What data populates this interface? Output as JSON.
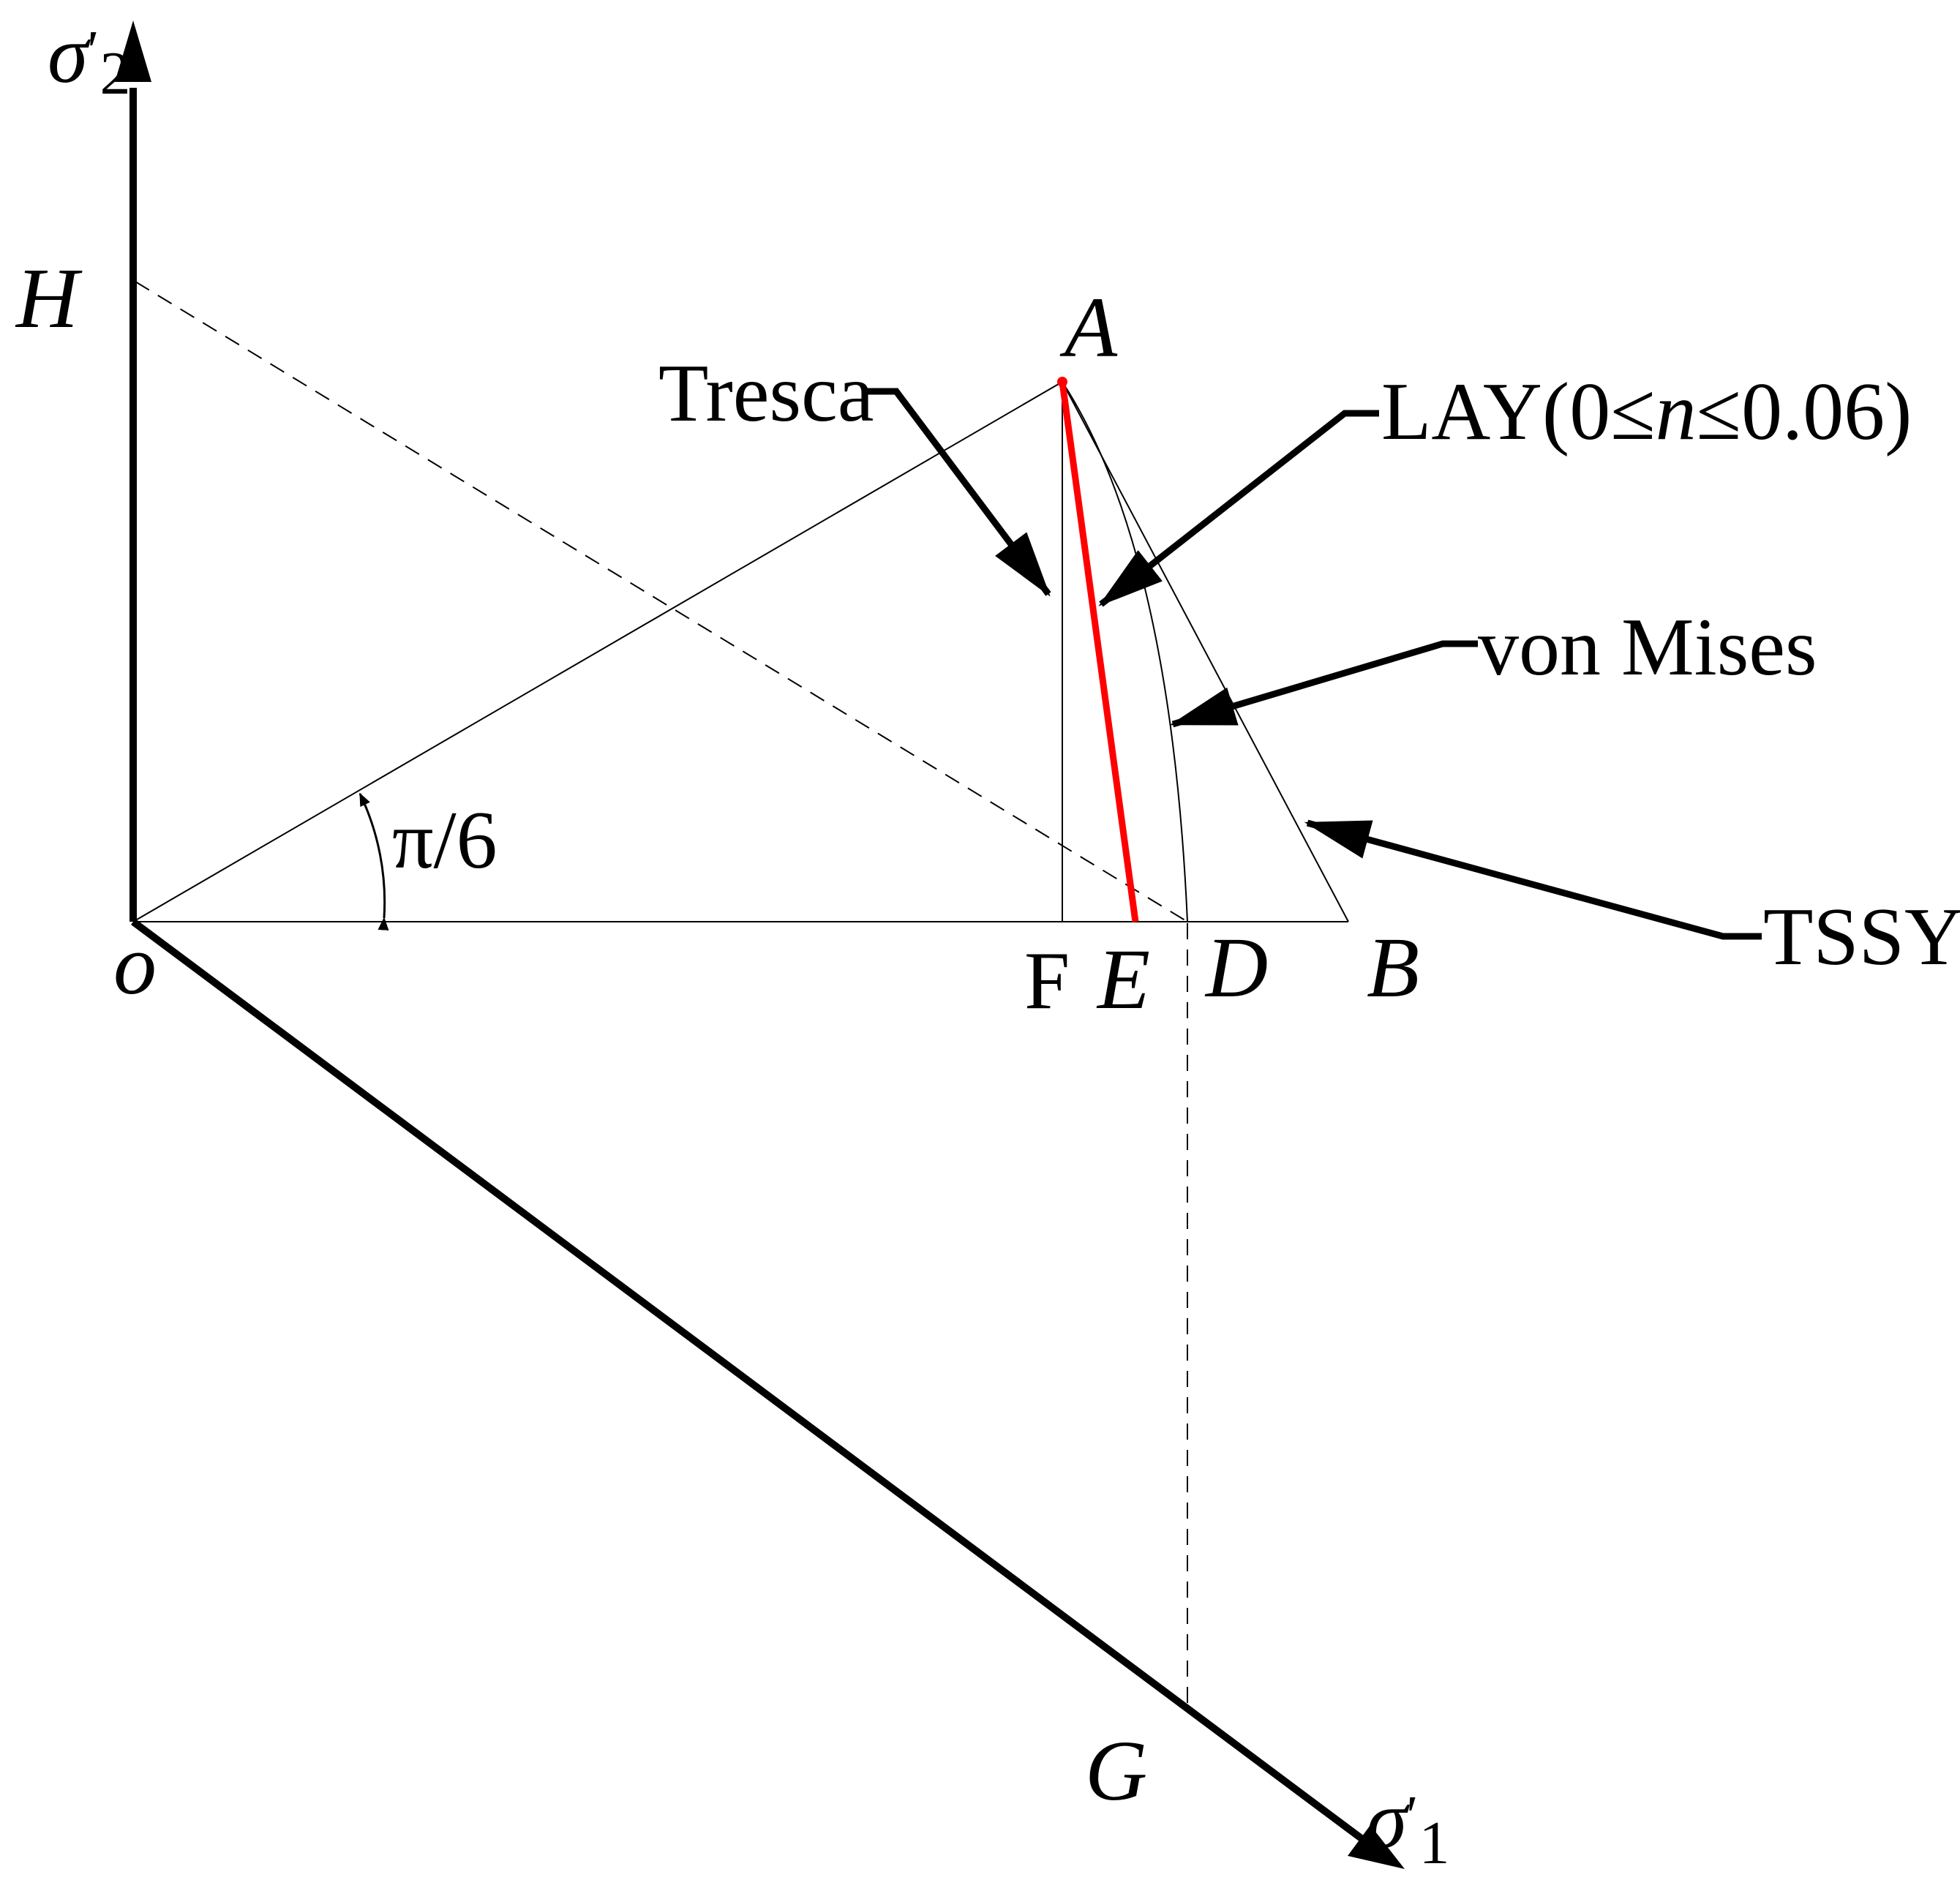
{
  "axes": {
    "y_symbol": "σ",
    "y_prime": "'",
    "y_sub": "2",
    "x_symbol": "σ",
    "x_prime": "'",
    "x_sub": "1"
  },
  "points": {
    "o": "o",
    "H": "H",
    "A": "A",
    "F": "F",
    "E": "E",
    "D": "D",
    "B": "B",
    "G": "G"
  },
  "angle_label": "π/6",
  "criteria": {
    "tresca": "Tresca",
    "lay_prefix": "LAY(0",
    "lay_le1": "≤",
    "lay_n": "n",
    "lay_le2": "≤",
    "lay_suffix": "0.06)",
    "von_mises": "von Mises",
    "tssy": "TSSY"
  },
  "colors": {
    "lay_line": "#ff0000",
    "ink": "#000000"
  }
}
